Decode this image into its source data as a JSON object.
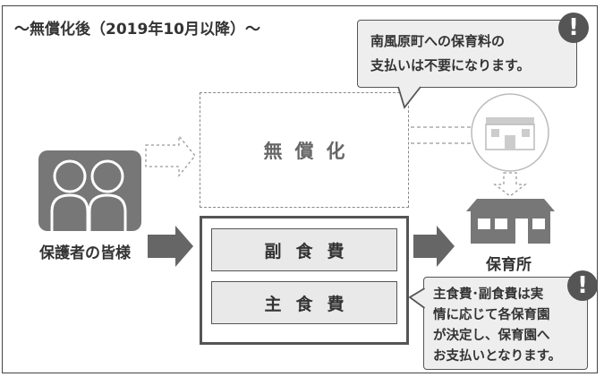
{
  "title": "〜無償化後（2019年10月以降）〜",
  "callout_top": {
    "lines": [
      "南風原町への保育料の",
      "支払いは不要になります。"
    ]
  },
  "callout_bottom": {
    "lines": [
      "主食費･副食費は実",
      "情に応じて各保育園",
      "が決定し、保育園へ",
      "お支払いとなります。"
    ]
  },
  "exclamation": "!",
  "free_label": "無償化",
  "fees": {
    "side_dish": "副食費",
    "staple_food": "主食費"
  },
  "guardians_label": "保護者の皆様",
  "nursery_label": "保育所",
  "icons": {
    "guardians": "people-icon",
    "government": "government-building-icon",
    "nursery": "house-icon",
    "alert": "exclamation-icon"
  },
  "colors": {
    "accent": "#555555",
    "icon_fill": "#777777",
    "faded": "#bbbbbb",
    "box_fill": "#e9e9e9"
  }
}
